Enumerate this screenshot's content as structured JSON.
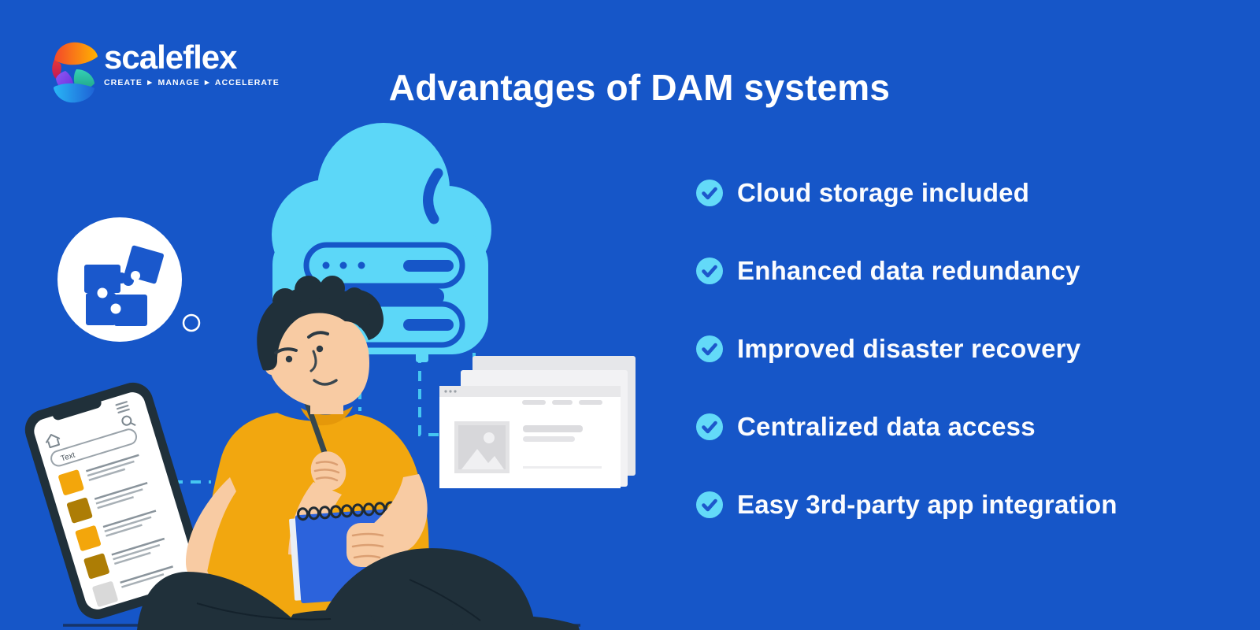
{
  "brand": {
    "name": "scaleflex",
    "tagline": "CREATE ► MANAGE ► ACCELERATE",
    "logo_icon": "scaleflex-s-swirl-icon",
    "logo_colors": [
      "#F4482A",
      "#FFB300",
      "#D81B60",
      "#8B5CF6",
      "#2BB89C",
      "#29B6F6",
      "#1E63D6"
    ]
  },
  "header": {
    "title": "Advantages of DAM systems"
  },
  "advantages": {
    "check_icon": "check-circle-icon",
    "check_circle_color": "#63DAF8",
    "check_mark_color": "#1D57CB",
    "items": [
      {
        "label": "Cloud storage included"
      },
      {
        "label": "Enhanced data redundancy"
      },
      {
        "label": "Improved disaster recovery"
      },
      {
        "label": "Centralized data access"
      },
      {
        "label": "Easy 3rd-party app integration"
      }
    ]
  },
  "illustration": {
    "icons": [
      "puzzle-pieces-icon",
      "cloud-server-icon",
      "browser-windows-icon",
      "phone-asset-list-icon",
      "person-thinking-illustration",
      "notebook",
      "pencil"
    ],
    "phone": {
      "search_label": "Text"
    }
  },
  "palette": {
    "background": "#1656C8",
    "light_blue": "#5CD7F8",
    "dashed_line": "#45C6F1",
    "white": "#FFFFFF",
    "shirt_yellow": "#F2A70F",
    "skin": "#F8CBA3",
    "hair_pants_dark": "#20303A",
    "notebook_blue": "#2C63DC",
    "amber": "#F3A60B",
    "amber_dark": "#AD7D05",
    "gray_light": "#D9D9D9",
    "floor_line": "#16315F"
  }
}
